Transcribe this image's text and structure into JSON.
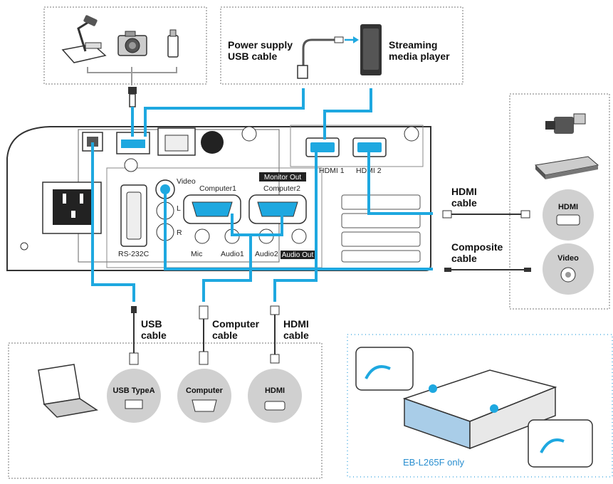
{
  "labels": {
    "power_supply": [
      "Power supply",
      "USB cable"
    ],
    "streaming": [
      "Streaming",
      "media player"
    ],
    "hdmi_cable_right": [
      "HDMI",
      "cable"
    ],
    "composite_cable": [
      "Composite",
      "cable"
    ],
    "usb_cable": [
      "USB",
      "cable"
    ],
    "computer_cable": [
      "Computer",
      "cable"
    ],
    "hdmi_cable_bottom": [
      "HDMI",
      "cable"
    ]
  },
  "ports": {
    "video": "Video",
    "computer1": "Computer1",
    "monitor_out": "Monitor Out",
    "computer2": "Computer2",
    "hdmi1": "HDMI 1",
    "hdmi2": "HDMI 2",
    "rs232c": "RS-232C",
    "mic": "Mic",
    "audio1": "Audio1",
    "audio2": "Audio2",
    "audio_out": "Audio Out",
    "l": "L",
    "r": "R"
  },
  "devices": {
    "hdmi_right": "HDMI",
    "video_right": "Video",
    "usb_typea": "USB TypeA",
    "computer": "Computer",
    "hdmi_bottom": "HDMI"
  },
  "note": "EB-L265F only",
  "colors": {
    "cable_blue": "#1ea8e0",
    "note_blue": "#2a8fd0",
    "device_gray": "#d0d0d0",
    "projector_blue": "#a9cde8"
  }
}
